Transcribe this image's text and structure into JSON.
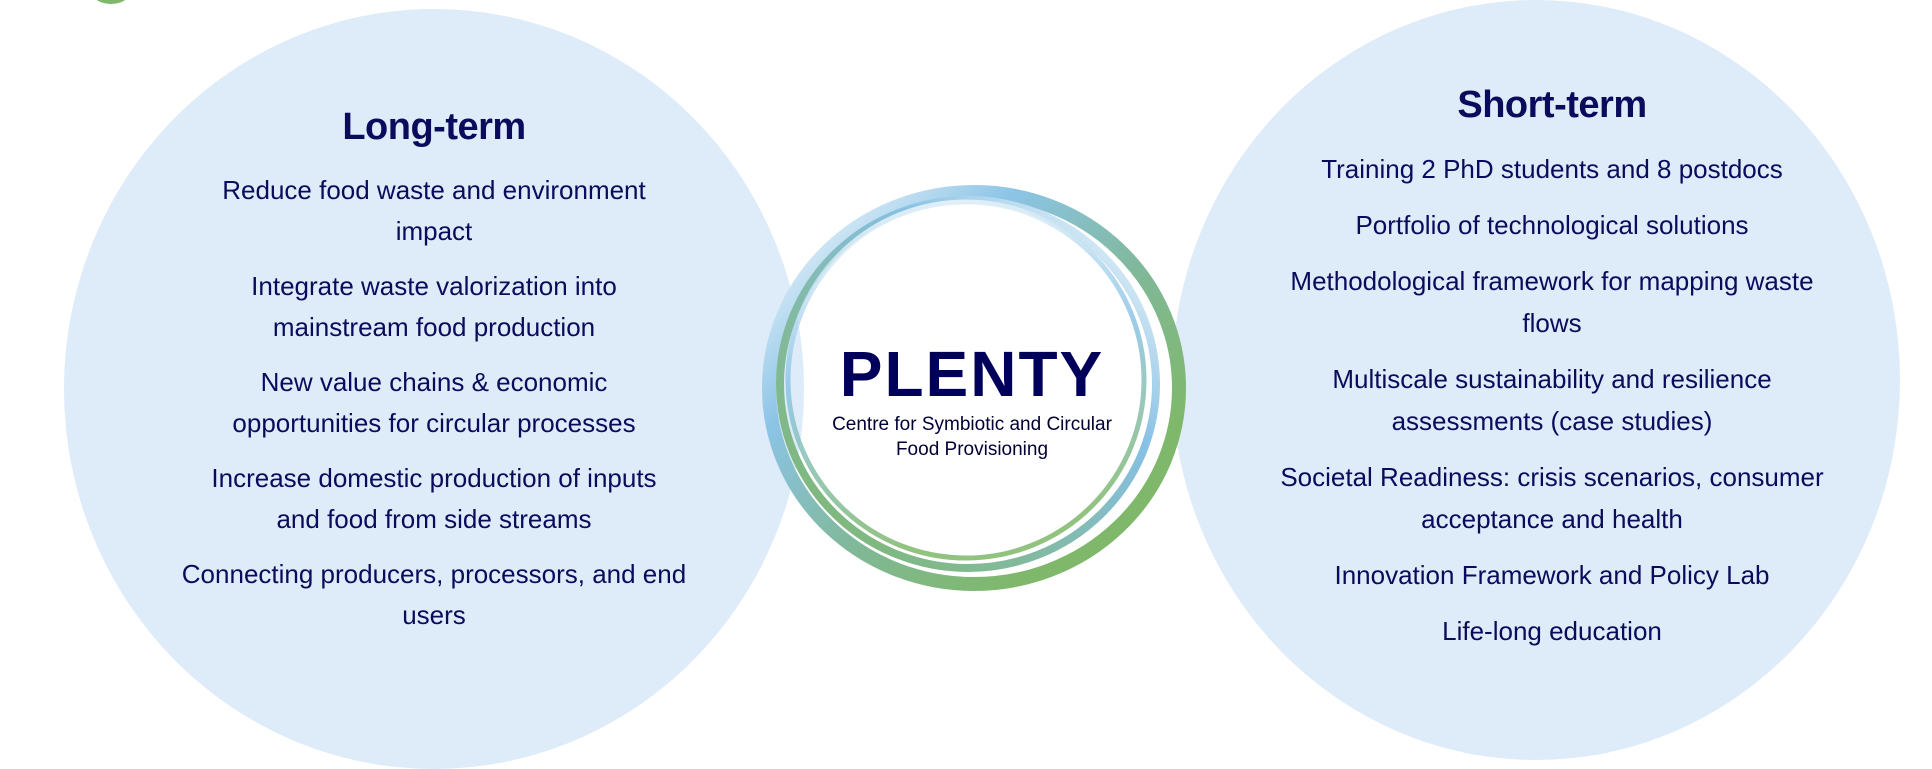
{
  "long_term": {
    "heading": "Long-term",
    "items": [
      "Reduce food waste and environment\nimpact",
      "Integrate waste valorization into\nmainstream food production",
      "New value chains & economic\nopportunities for circular processes",
      "Increase domestic production of inputs\nand food from side streams",
      "Connecting producers, processors, and end\nusers"
    ]
  },
  "short_term": {
    "heading": "Short-term",
    "items": [
      "Training 2 PhD students and 8 postdocs",
      "Portfolio of technological solutions",
      "Methodological framework for mapping waste\nflows",
      "Multiscale sustainability and resilience\nassessments (case studies)",
      "Societal Readiness: crisis scenarios, consumer\nacceptance and health",
      "Innovation Framework and Policy Lab",
      "Life-long education"
    ]
  },
  "logo": {
    "name": "PLENTY",
    "tagline": "Centre for Symbiotic and Circular\nFood Provisioning"
  },
  "colors": {
    "bubble": "#deebf9",
    "text": "#0b0b5c",
    "ring_green": "#7fb86a",
    "ring_blue": "#86c0e4"
  }
}
